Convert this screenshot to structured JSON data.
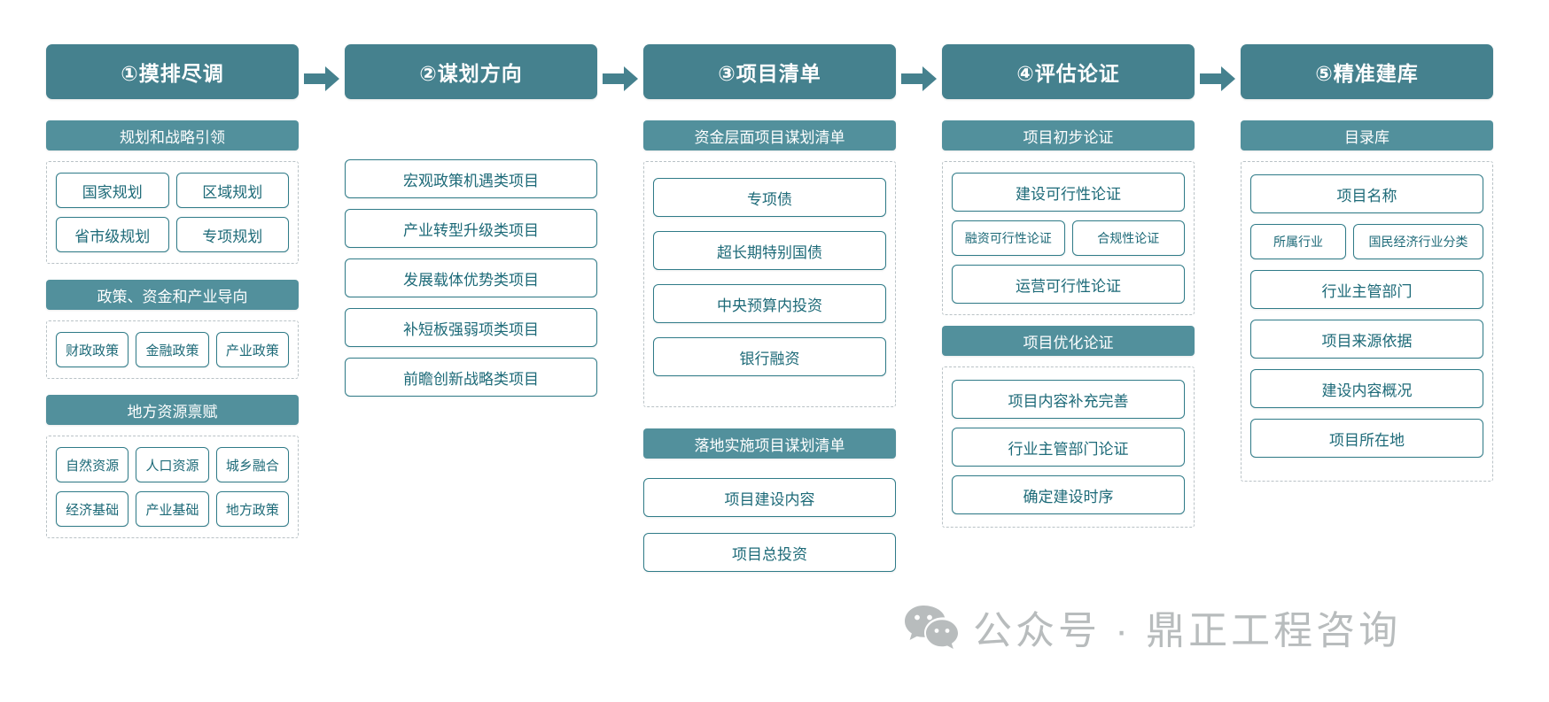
{
  "colors": {
    "header_teal": "#45818e",
    "sub_header_teal": "#52909c",
    "item_border": "#2f7b88",
    "item_text": "#1d6a78",
    "dashed_border": "#b9c2c6",
    "watermark_gray": "#b8bcbd",
    "page_background": "#ffffff"
  },
  "stages": [
    {
      "label": "①摸排尽调"
    },
    {
      "label": "②谋划方向"
    },
    {
      "label": "③项目清单"
    },
    {
      "label": "④评估论证"
    },
    {
      "label": "⑤精准建库"
    }
  ],
  "arrows": [
    {
      "name": "arrow-1-to-2"
    },
    {
      "name": "arrow-2-to-3"
    },
    {
      "name": "arrow-3-to-4"
    },
    {
      "name": "arrow-4-to-5"
    }
  ],
  "columns": [
    {
      "id": "col1",
      "groups": [
        {
          "header": "规划和战略引领",
          "dashed": true,
          "rows": [
            [
              "国家规划",
              "区域规划"
            ],
            [
              "省市级规划",
              "专项规划"
            ]
          ]
        },
        {
          "header": "政策、资金和产业导向",
          "dashed": true,
          "rows": [
            [
              "财政政策",
              "金融政策",
              "产业政策"
            ]
          ]
        },
        {
          "header": "地方资源禀赋",
          "dashed": true,
          "rows": [
            [
              "自然资源",
              "人口资源",
              "城乡融合"
            ],
            [
              "经济基础",
              "产业基础",
              "地方政策"
            ]
          ]
        }
      ]
    },
    {
      "id": "col2",
      "groups": [
        {
          "header": null,
          "dashed": false,
          "rows": [
            [
              "宏观政策机遇类项目"
            ],
            [
              "产业转型升级类项目"
            ],
            [
              "发展载体优势类项目"
            ],
            [
              "补短板强弱项类项目"
            ],
            [
              "前瞻创新战略类项目"
            ]
          ]
        }
      ]
    },
    {
      "id": "col3",
      "groups": [
        {
          "header": "资金层面项目谋划清单",
          "dashed": true,
          "rows": [
            [
              "专项债"
            ],
            [
              "超长期特别国债"
            ],
            [
              "中央预算内投资"
            ],
            [
              "银行融资"
            ]
          ]
        },
        {
          "header": "落地实施项目谋划清单",
          "dashed": false,
          "rows": [
            [
              "项目建设内容"
            ],
            [
              "项目总投资"
            ]
          ]
        }
      ]
    },
    {
      "id": "col4",
      "groups": [
        {
          "header": "项目初步论证",
          "dashed": true,
          "rows": [
            [
              "建设可行性论证"
            ],
            [
              "融资可行性论证",
              "合规性论证"
            ],
            [
              "运营可行性论证"
            ]
          ]
        },
        {
          "header": "项目优化论证",
          "dashed": true,
          "rows": [
            [
              "项目内容补充完善"
            ],
            [
              "行业主管部门论证"
            ],
            [
              "确定建设时序"
            ]
          ]
        }
      ]
    },
    {
      "id": "col5",
      "groups": [
        {
          "header": "目录库",
          "dashed": true,
          "rows": [
            [
              "项目名称"
            ],
            [
              "所属行业",
              "国民经济行业分类"
            ],
            [
              "行业主管部门"
            ],
            [
              "项目来源依据"
            ],
            [
              "建设内容概况"
            ],
            [
              "项目所在地"
            ]
          ]
        }
      ]
    }
  ],
  "watermark": {
    "icon": "wechat-icon",
    "text": "公众号 · 鼎正工程咨询"
  }
}
